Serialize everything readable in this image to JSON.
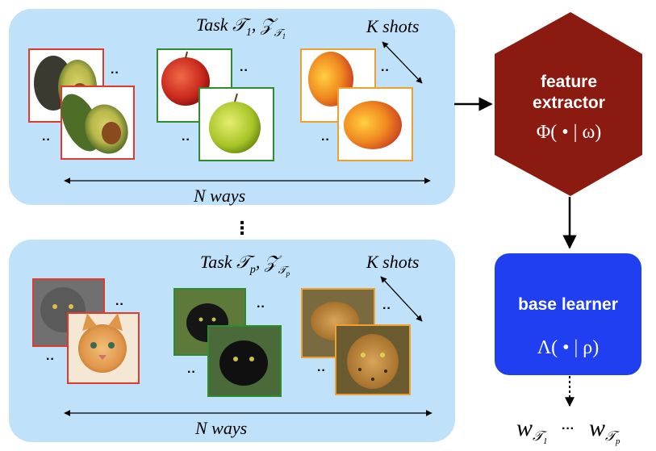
{
  "tasks": [
    {
      "task_label": "Task 𝒯",
      "task_sub": "1",
      "task_z": ", 𝒵",
      "task_zsub": "𝒯",
      "task_zsubsub": "1",
      "shots_label": "K shots",
      "ways_label": "N ways",
      "classes": [
        {
          "name": "avocado",
          "border": "#e03a2e"
        },
        {
          "name": "apple",
          "border": "#2e8b2e"
        },
        {
          "name": "mango",
          "border": "#f0a030"
        }
      ]
    },
    {
      "task_label": "Task 𝒯",
      "task_sub": "p",
      "task_z": ", 𝒵",
      "task_zsub": "𝒯",
      "task_zsubsub": "p",
      "shots_label": "K shots",
      "ways_label": "N ways",
      "classes": [
        {
          "name": "cat",
          "border": "#e03a2e"
        },
        {
          "name": "panther",
          "border": "#2e8b2e"
        },
        {
          "name": "leopard",
          "border": "#f0a030"
        }
      ]
    }
  ],
  "vertical_dots": "⋮",
  "feature_extractor": {
    "line1": "feature",
    "line2": "extractor",
    "formula": "Φ( • | ω)",
    "color": "#8b1a10"
  },
  "base_learner": {
    "label": "base learner",
    "formula": "Λ( • | ρ)",
    "color": "#1f3ff0"
  },
  "outputs": {
    "w": "w",
    "sub_t": "𝒯",
    "sub1": "1",
    "ellipsis": "···",
    "subp": "p"
  },
  "colors": {
    "panel": "#bfe2fa"
  }
}
